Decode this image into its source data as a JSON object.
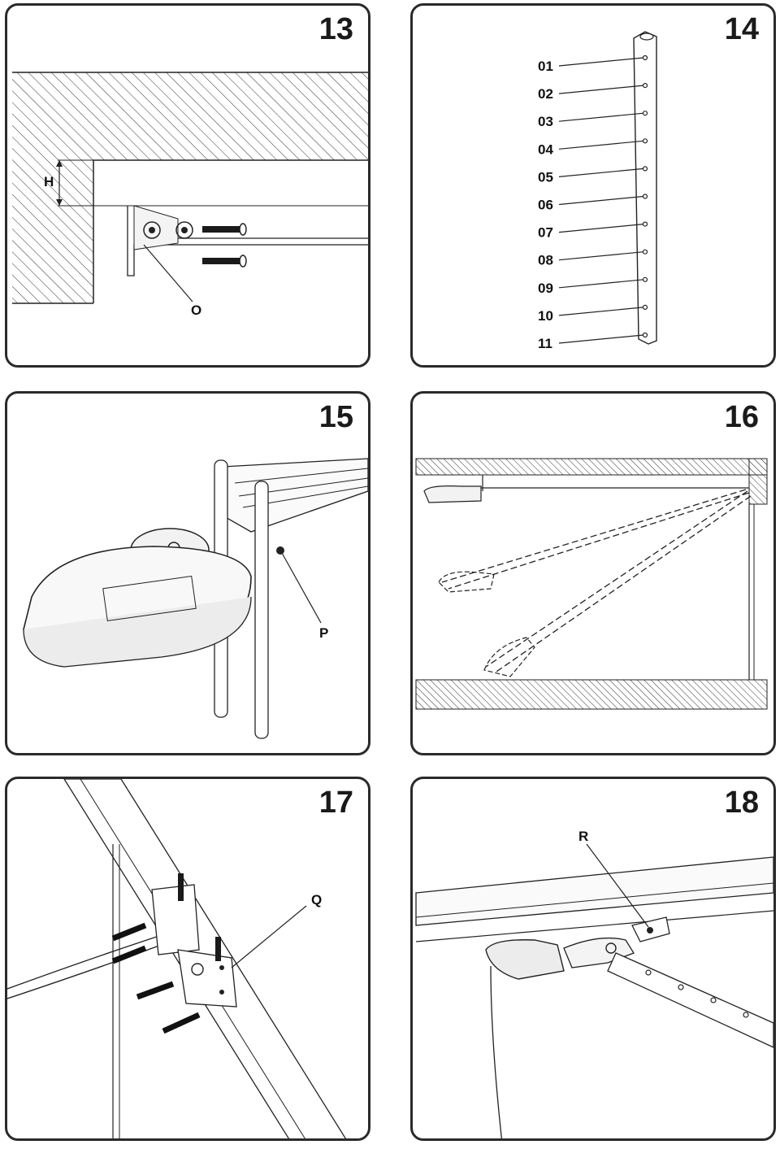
{
  "panels": [
    {
      "number": "13",
      "labels": {
        "h": "H",
        "o": "O"
      }
    },
    {
      "number": "14",
      "holes": [
        "01",
        "02",
        "03",
        "04",
        "05",
        "06",
        "07",
        "08",
        "09",
        "10",
        "11"
      ]
    },
    {
      "number": "15",
      "labels": {
        "p": "P"
      }
    },
    {
      "number": "16"
    },
    {
      "number": "17",
      "labels": {
        "q": "Q"
      }
    },
    {
      "number": "18",
      "labels": {
        "r": "R"
      }
    }
  ]
}
